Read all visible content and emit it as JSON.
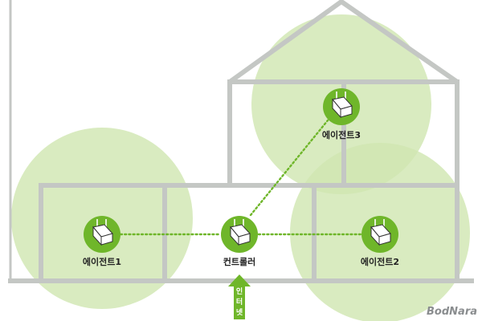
{
  "colors": {
    "coverage": "#cfe6b0",
    "node": "#6fb62a",
    "house": "#c4c7c4",
    "link": "#6fb62a",
    "arrow": "#6fb62a",
    "label": "#222222",
    "logo": "#8a8d8f"
  },
  "nodes": {
    "agent1": {
      "label": "에이전트1",
      "icon": "router-icon"
    },
    "controller": {
      "label": "컨트롤러",
      "icon": "router-icon"
    },
    "agent2": {
      "label": "에이전트2",
      "icon": "router-icon"
    },
    "agent3": {
      "label": "에이전트3",
      "icon": "router-icon"
    }
  },
  "links": [
    {
      "from": "agent1",
      "to": "controller"
    },
    {
      "from": "controller",
      "to": "agent2"
    },
    {
      "from": "controller",
      "to": "agent3"
    }
  ],
  "internet": {
    "chars": [
      "인",
      "터",
      "넷"
    ],
    "icon": "up-arrow-icon"
  },
  "watermark": {
    "text": "BodNara"
  }
}
